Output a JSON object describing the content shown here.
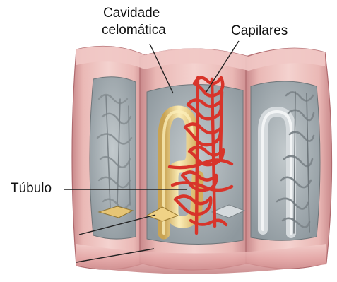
{
  "labels": {
    "cavity_line1": "Cavidade",
    "cavity_line2": "celomática",
    "capillaries": "Capilares",
    "tubule": "Túbulo"
  },
  "colors": {
    "body_wall": "#e3a4a4",
    "body_wall_highlight": "#f3cfcc",
    "body_wall_shadow": "#b86f72",
    "coelom": "#a7b0b5",
    "tubule": "#e9c97a",
    "tubule_highlight": "#fbedb8",
    "capillaries": "#d8342a",
    "neighbour_tubule": "#c9cfd3",
    "leader_line": "#222222"
  }
}
